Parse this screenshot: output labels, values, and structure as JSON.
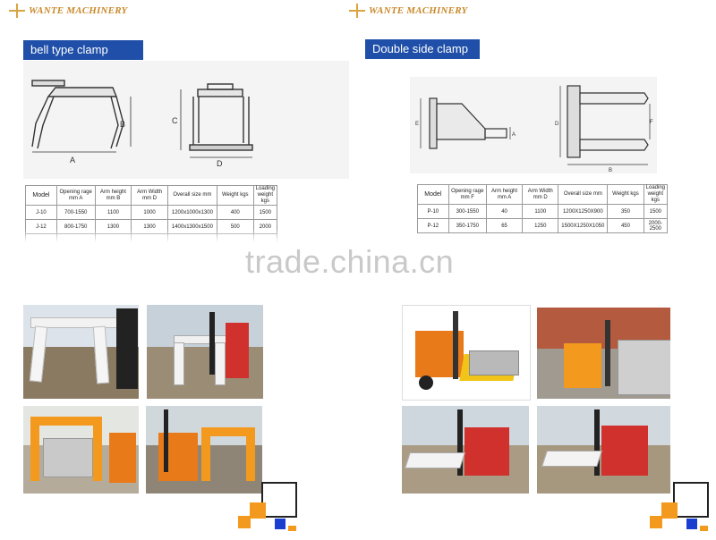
{
  "brand": {
    "logo_text": "WANTE MACHINERY",
    "accent_color": "#c8892a"
  },
  "sections": [
    {
      "label": "bell type clamp",
      "drawing_labels": {
        "front_a": "A",
        "front_b": "B",
        "side_c": "C",
        "side_d": "D"
      },
      "table": {
        "headers": [
          "Model",
          "Opening rage mm A",
          "Arm height mm B",
          "Arm Width mm D",
          "Overall size mm",
          "Weight kgs",
          "Loading weight kgs"
        ],
        "rows": [
          [
            "J-10",
            "700-1550",
            "1100",
            "1000",
            "1200x1000x1300",
            "400",
            "1500"
          ],
          [
            "J-12",
            "800-1750",
            "1300",
            "1300",
            "1400x1300x1500",
            "500",
            "2000"
          ]
        ]
      }
    },
    {
      "label": "Double side clamp",
      "drawing_labels": {
        "e": "E",
        "a": "A",
        "d": "D",
        "f": "F",
        "b": "B"
      },
      "table": {
        "headers": [
          "Model",
          "Opening rage mm F",
          "Arm height mm A",
          "Arm Width mm D",
          "Overall size mm",
          "Weight kgs",
          "Loading weight kgs"
        ],
        "rows": [
          [
            "P-10",
            "300-1550",
            "40",
            "1100",
            "1200X1250X900",
            "350",
            "1500"
          ],
          [
            "P-12",
            "350-1750",
            "65",
            "1250",
            "1500X1250X1050",
            "450",
            "2000-2500"
          ]
        ]
      }
    }
  ],
  "watermark": "trade.china.cn",
  "colors": {
    "label_bg": "#1f4fa8",
    "deco_orange": "#f39a1e",
    "deco_blue": "#1a3fd0",
    "forklift_orange": "#e87a1a",
    "forklift_red": "#d0312d",
    "clamp_yellow": "#f2c418"
  }
}
